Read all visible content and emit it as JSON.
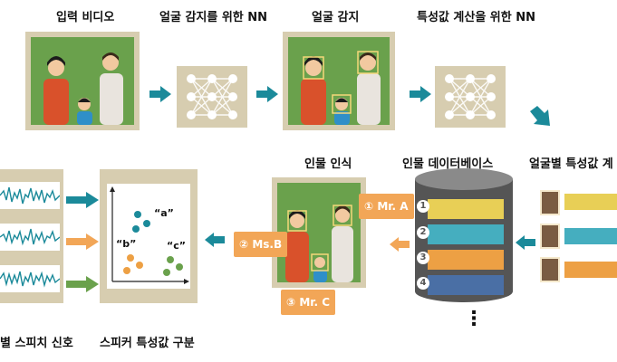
{
  "top_labels": {
    "input_video": "입력 비디오",
    "face_nn": "얼굴 감지를 위한 NN",
    "face_detect": "얼굴 감지",
    "feature_nn": "특성값 계산을 위한 NN"
  },
  "bottom_labels": {
    "face_features": "얼굴별 특성값 계",
    "person_db": "인물 데이터베이스",
    "person_recog": "인물 인식",
    "speech_signal": "별 스피치 신호",
    "speaker_cluster": "스피커 특성값 구분"
  },
  "tags": {
    "mr_a": "① Mr. A",
    "ms_b": "② Ms.B",
    "mr_c": "③ Mr. C"
  },
  "db_rows": [
    "1",
    "2",
    "3",
    "4"
  ],
  "scatter_labels": {
    "a": "“a”",
    "b": "“b”",
    "c": "“c”"
  },
  "colors": {
    "photo_bg": "#6aa14c",
    "frame": "#d7cdb0",
    "arrow": "#1b8a9a",
    "tag": "#f2a657",
    "bar_yellow": "#e8cf56",
    "bar_teal": "#45aebf",
    "bar_orange": "#eda044",
    "bar_blue": "#4a6fa5",
    "dot_teal": "#1b8a9a",
    "dot_orange": "#eda044",
    "dot_green": "#6aa14c"
  },
  "ellipsis": "⋮"
}
